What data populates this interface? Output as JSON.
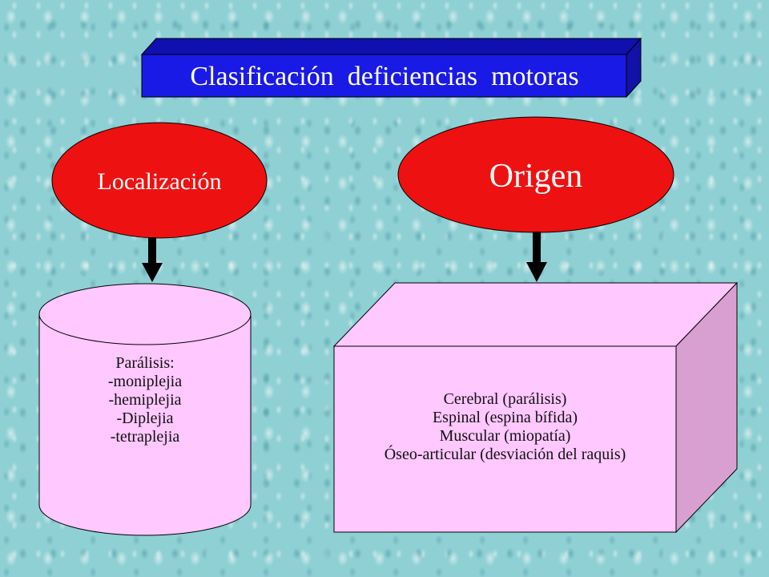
{
  "title": "Clasificación  deficiencias  motoras",
  "nodes": {
    "localizacion": {
      "label": "Localización"
    },
    "origen": {
      "label": "Origen"
    }
  },
  "localizacion_box": {
    "lines": [
      "Parálisis:",
      "-moniplejia",
      "-hemiplejia",
      "-Diplejia",
      "-tetraplejia"
    ]
  },
  "origen_box": {
    "lines": [
      "Cerebral (parálisis)",
      "Espinal (espina bífida)",
      "Muscular (miopatía)",
      "Óseo-articular (desviación del raquis)"
    ]
  },
  "colors": {
    "title_front": "#1a1ae6",
    "title_top": "#1010b0",
    "title_side": "#1212a8",
    "title_text": "#ffffff",
    "ellipse_fill": "#ee1111",
    "box_fill": "#ffc8ff",
    "box_side": "#d8a0d0",
    "arrow": "#000000"
  }
}
